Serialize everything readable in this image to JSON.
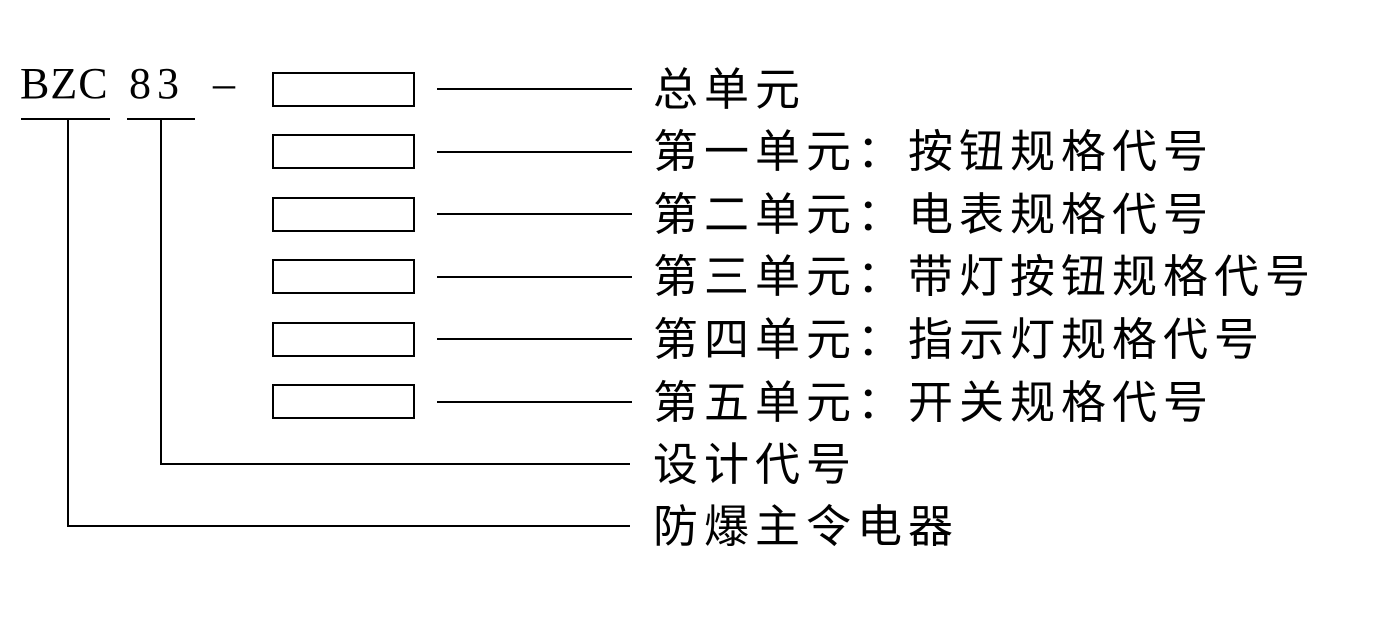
{
  "diagram": {
    "title_meaning": "model designation diagram",
    "model_code": {
      "prefix": "BZC",
      "series": "83",
      "separator": "–"
    },
    "unit_rows": [
      {
        "label": "总单元"
      },
      {
        "label": "第一单元：按钮规格代号"
      },
      {
        "label": "第二单元：电表规格代号"
      },
      {
        "label": "第三单元：带灯按钮规格代号"
      },
      {
        "label": "第四单元：指示灯规格代号"
      },
      {
        "label": "第五单元：开关规格代号"
      }
    ],
    "design_code_label": "设计代号",
    "product_label": "防爆主令电器",
    "colors": {
      "line": "#000000",
      "text": "#000000",
      "background": "#ffffff"
    }
  }
}
